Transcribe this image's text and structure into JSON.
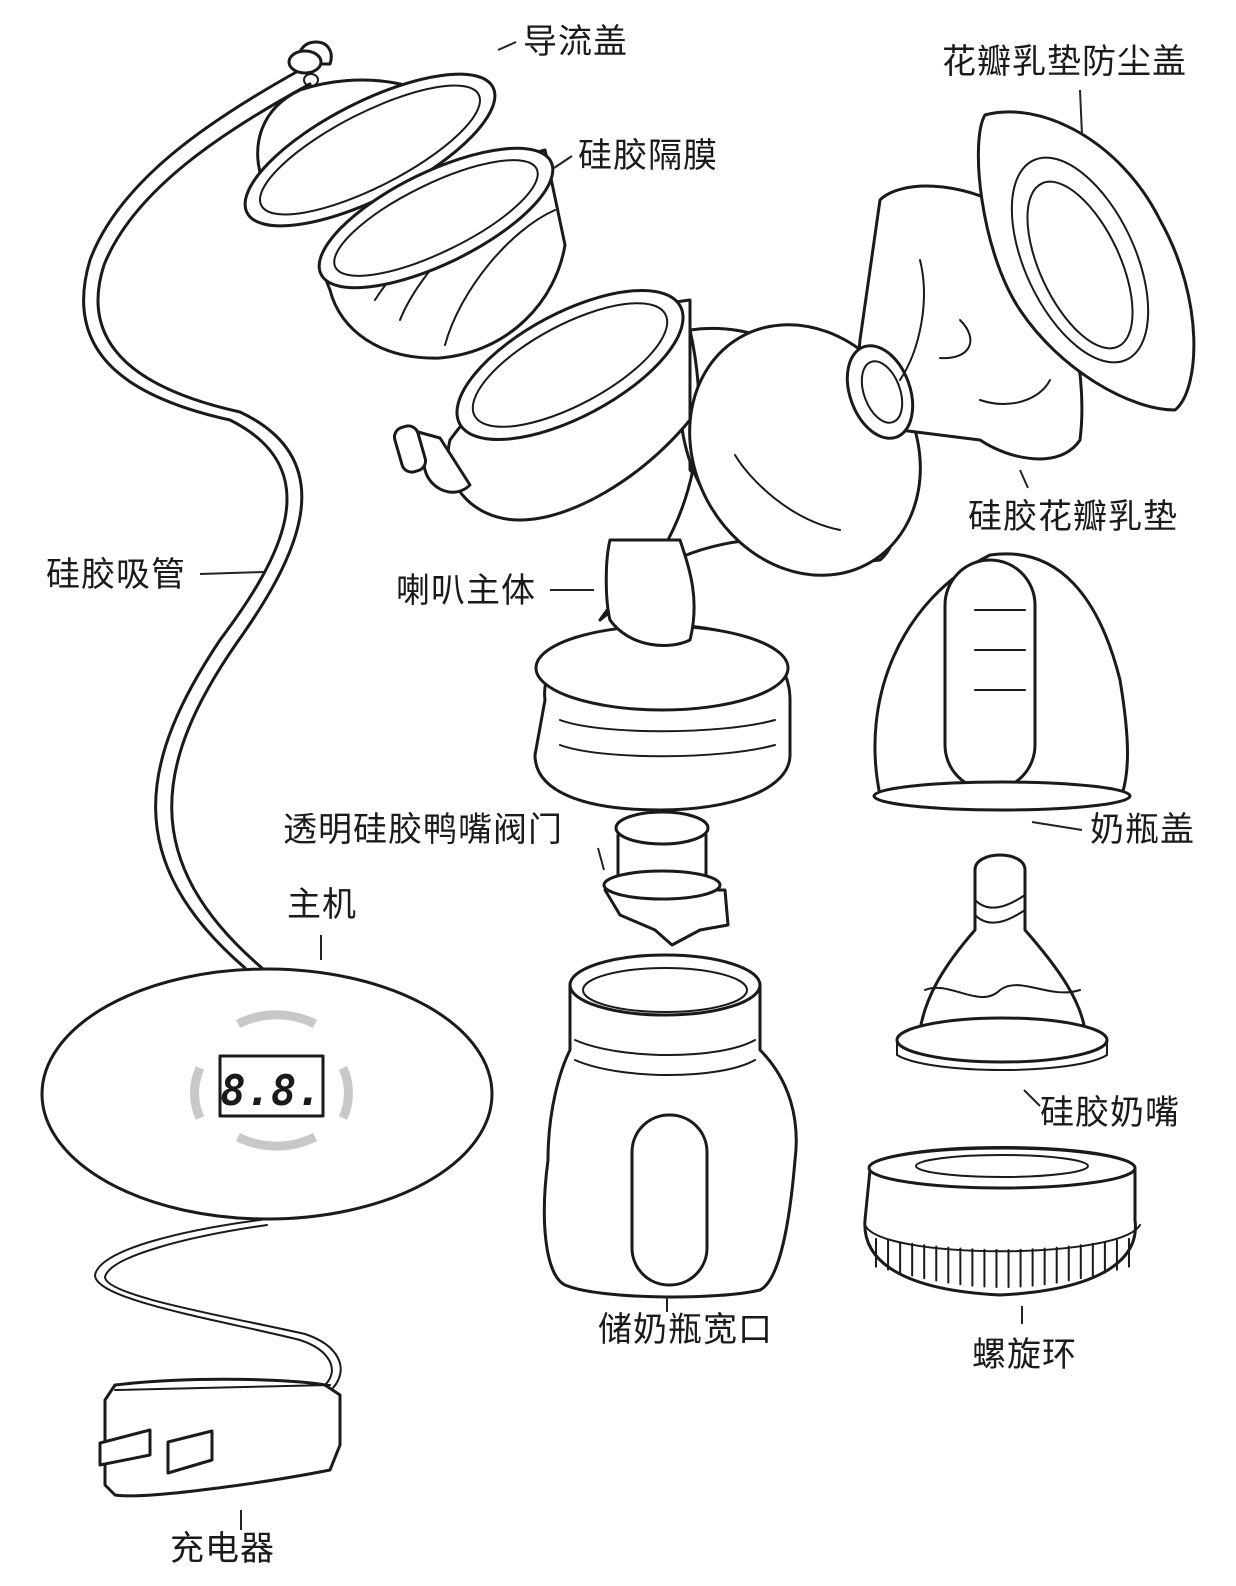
{
  "labels": {
    "diversion_cover": "导流盖",
    "petal_pad_dust_cover": "花瓣乳垫防尘盖",
    "silicone_diaphragm": "硅胶隔膜",
    "silicone_petal_pad": "硅胶花瓣乳垫",
    "silicone_tube": "硅胶吸管",
    "horn_body": "喇叭主体",
    "duckbill_valve": "透明硅胶鸭嘴阀门",
    "bottle_cover": "奶瓶盖",
    "main_unit": "主机",
    "silicone_nipple": "硅胶奶嘴",
    "wide_neck_bottle": "储奶瓶宽口",
    "screw_ring": "螺旋环",
    "charger": "充电器"
  },
  "display": {
    "readout": "8.8."
  },
  "colors": {
    "line": "#1a1a1a",
    "background": "#ffffff",
    "button_ring": "#c8c8c8"
  }
}
